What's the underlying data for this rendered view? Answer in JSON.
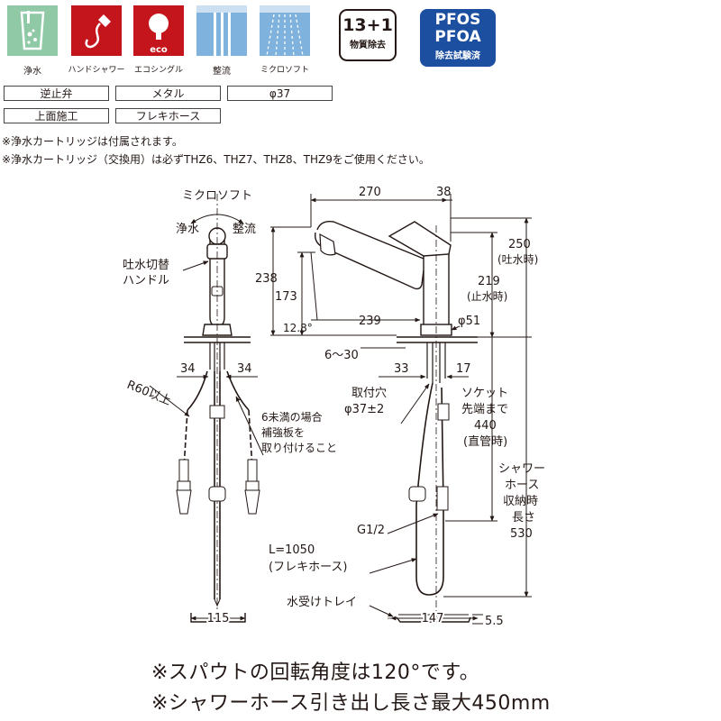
{
  "features": [
    {
      "label": "浄水",
      "icon": "water-glass-icon",
      "color": "#8fc9a5"
    },
    {
      "label": "ハンドシャワー",
      "icon": "hand-shower-icon",
      "color": "#c4151c"
    },
    {
      "label": "エコシングル",
      "icon": "eco-single-lever-icon",
      "color": "#c4151c"
    },
    {
      "label": "整流",
      "icon": "laminar-flow-icon",
      "color": "#7fb2dc"
    },
    {
      "label": "ミクロソフト",
      "icon": "micro-soft-spray-icon",
      "color": "#7fb2dc"
    }
  ],
  "eco_text": "eco",
  "badge_removal": {
    "title": "13+1",
    "sub": "物質除去"
  },
  "badge_pfos": {
    "line1": "PFOS",
    "line2": "PFOA",
    "sub": "除去試験済",
    "color": "#1d4fa0"
  },
  "specs": {
    "row1": [
      "逆止弁",
      "メタル",
      "φ37"
    ],
    "row2": [
      "上面施工",
      "フレキホース"
    ]
  },
  "notes": [
    "※浄水カートリッジは付属されます。",
    "※浄水カートリッジ（交換用）は必ずTHZ6、THZ7、THZ8、THZ9をご使用ください。"
  ],
  "drawing": {
    "front": {
      "spray_mode": "ミクロソフト",
      "left_mode": "浄水",
      "right_mode": "整流",
      "handle_label_1": "吐水切替",
      "handle_label_2": "ハンドル",
      "dim_left": "34",
      "dim_right": "34",
      "radius": "R60以上",
      "plate_note_1": "6未満の場合",
      "plate_note_2": "補強板を",
      "plate_note_3": "取り付けること",
      "base_width": "115"
    },
    "side": {
      "dim_270": "270",
      "dim_38": "38",
      "dim_250": "250",
      "dim_250_note": "(吐水時)",
      "dim_219": "219",
      "dim_219_note": "(止水時)",
      "dim_238": "238",
      "dim_173": "173",
      "angle": "12.8°",
      "dim_239": "239",
      "dia_51": "φ51",
      "deck": "6～30",
      "dim_33": "33",
      "dim_17": "17",
      "hole_label": "取付穴",
      "hole_dia": "φ37±2",
      "socket_1": "ソケット",
      "socket_2": "先端まで",
      "socket_3": "440",
      "socket_4": "(直管時)",
      "hose_1": "シャワー",
      "hose_2": "ホース",
      "hose_3": "収納時",
      "hose_4": "長さ",
      "hose_5": "530",
      "thread": "G1/2",
      "flex_len": "L=1050",
      "flex_name": "(フレキホース)",
      "tray": "水受けトレイ",
      "tray_width": "147",
      "tray_height": "5.5"
    }
  },
  "bottom_notes": [
    "※スパウトの回転角度は120°です。",
    "※シャワーホース引き出し長さ最大450mm"
  ]
}
